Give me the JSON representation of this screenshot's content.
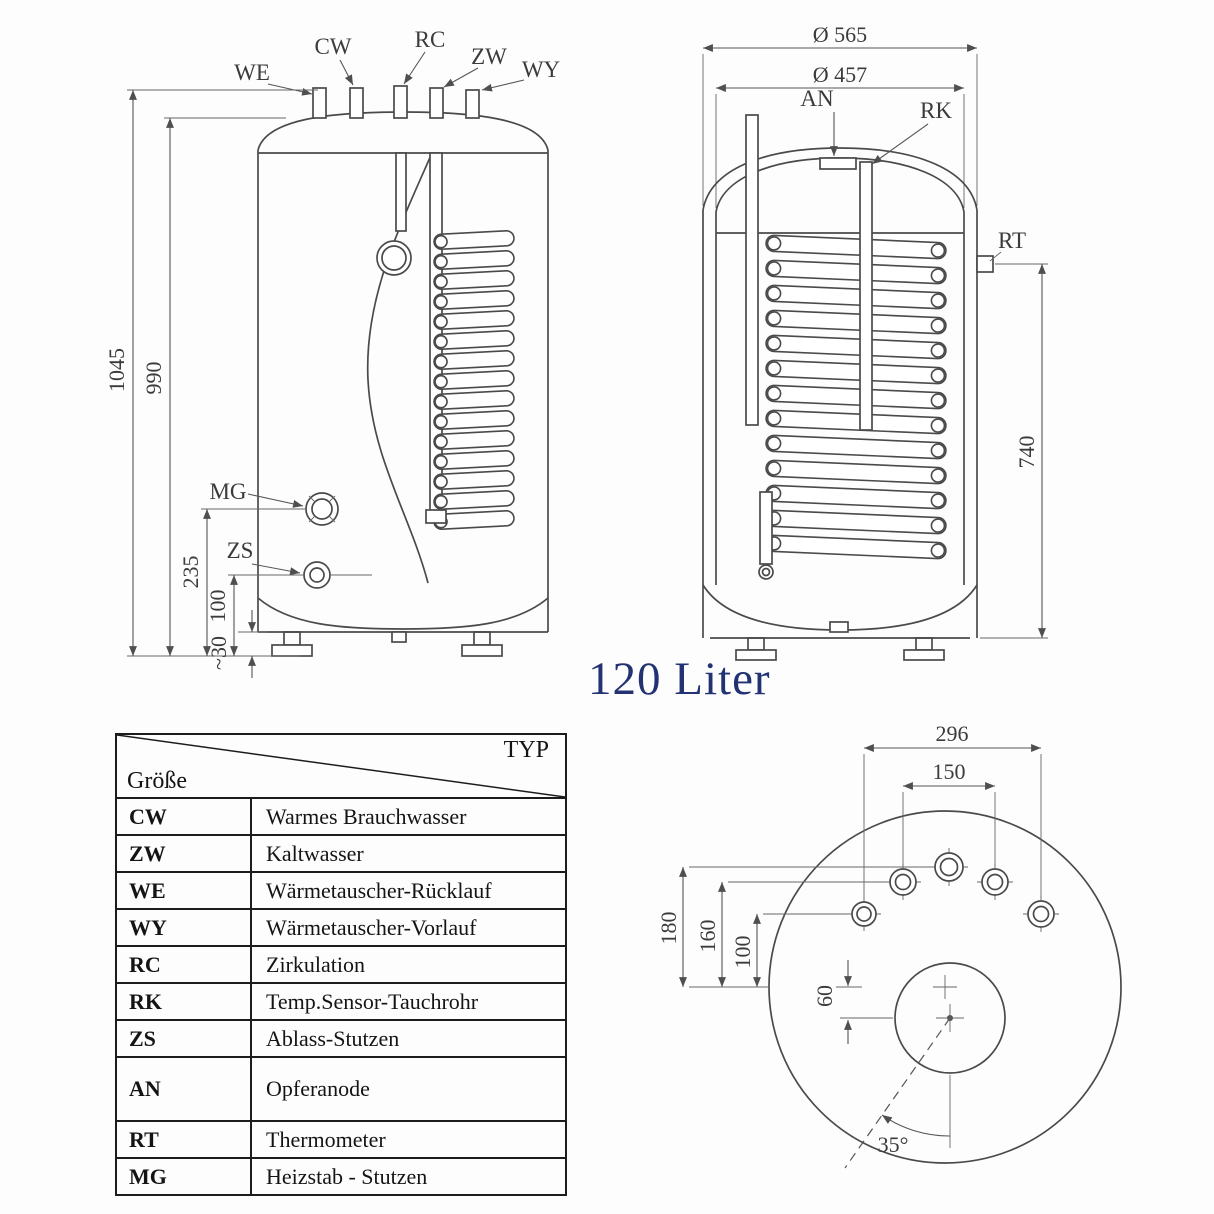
{
  "title": "120 Liter",
  "front_view": {
    "ports": {
      "we": "WE",
      "cw": "CW",
      "rc": "RC",
      "zw": "ZW",
      "wy": "WY"
    },
    "fittings": {
      "mg": "MG",
      "zs": "ZS"
    },
    "dims": {
      "total_height": "1045",
      "tank_height": "990",
      "mg_height": "235",
      "zs_height": "100",
      "foot_height": "~30"
    }
  },
  "section_view": {
    "labels": {
      "an": "AN",
      "rk": "RK",
      "rt": "RT"
    },
    "dims": {
      "outer_diameter": "Ø 565",
      "inner_diameter": "Ø 457",
      "coil_height": "740"
    }
  },
  "top_view": {
    "dims": {
      "w296": "296",
      "w150": "150",
      "h180": "180",
      "h160": "160",
      "h100": "100",
      "offset60": "60",
      "angle": "35°"
    }
  },
  "legend": {
    "header_typ": "TYP",
    "header_groesse": "Größe",
    "rows": [
      {
        "code": "CW",
        "desc": "Warmes Brauchwasser"
      },
      {
        "code": "ZW",
        "desc": "Kaltwasser"
      },
      {
        "code": "WE",
        "desc": "Wärmetauscher-Rücklauf"
      },
      {
        "code": "WY",
        "desc": "Wärmetauscher-Vorlauf"
      },
      {
        "code": "RC",
        "desc": "Zirkulation"
      },
      {
        "code": "RK",
        "desc": "Temp.Sensor-Tauchrohr"
      },
      {
        "code": "ZS",
        "desc": "Ablass-Stutzen"
      },
      {
        "code": "AN",
        "desc": "Opferanode"
      },
      {
        "code": "RT",
        "desc": "Thermometer"
      },
      {
        "code": "MG",
        "desc": "Heizstab - Stutzen"
      }
    ]
  }
}
